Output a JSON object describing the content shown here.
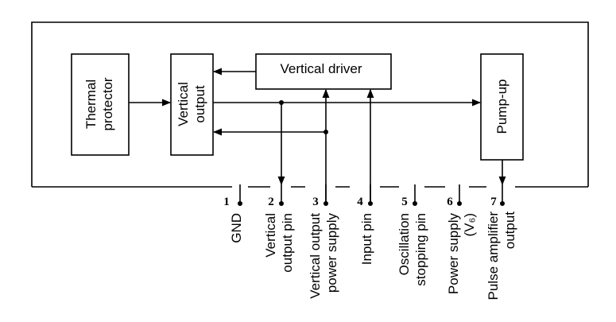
{
  "blocks": {
    "thermal_protector": [
      "Thermal",
      "protector"
    ],
    "vertical_output": [
      "Vertical",
      "output"
    ],
    "vertical_driver": "Vertical driver",
    "pump_up": "Pump-up"
  },
  "pins": [
    {
      "number": "1",
      "label": [
        "GND"
      ]
    },
    {
      "number": "2",
      "label": [
        "Vertical",
        "output pin"
      ]
    },
    {
      "number": "3",
      "label": [
        "Vertical output",
        "power supply"
      ]
    },
    {
      "number": "4",
      "label": [
        "Input pin"
      ]
    },
    {
      "number": "5",
      "label": [
        "Oscillation",
        "stopping pin"
      ]
    },
    {
      "number": "6",
      "label": [
        "Power supply",
        "(V₆)"
      ]
    },
    {
      "number": "7",
      "label": [
        "Pulse amplifier",
        "output"
      ]
    }
  ]
}
